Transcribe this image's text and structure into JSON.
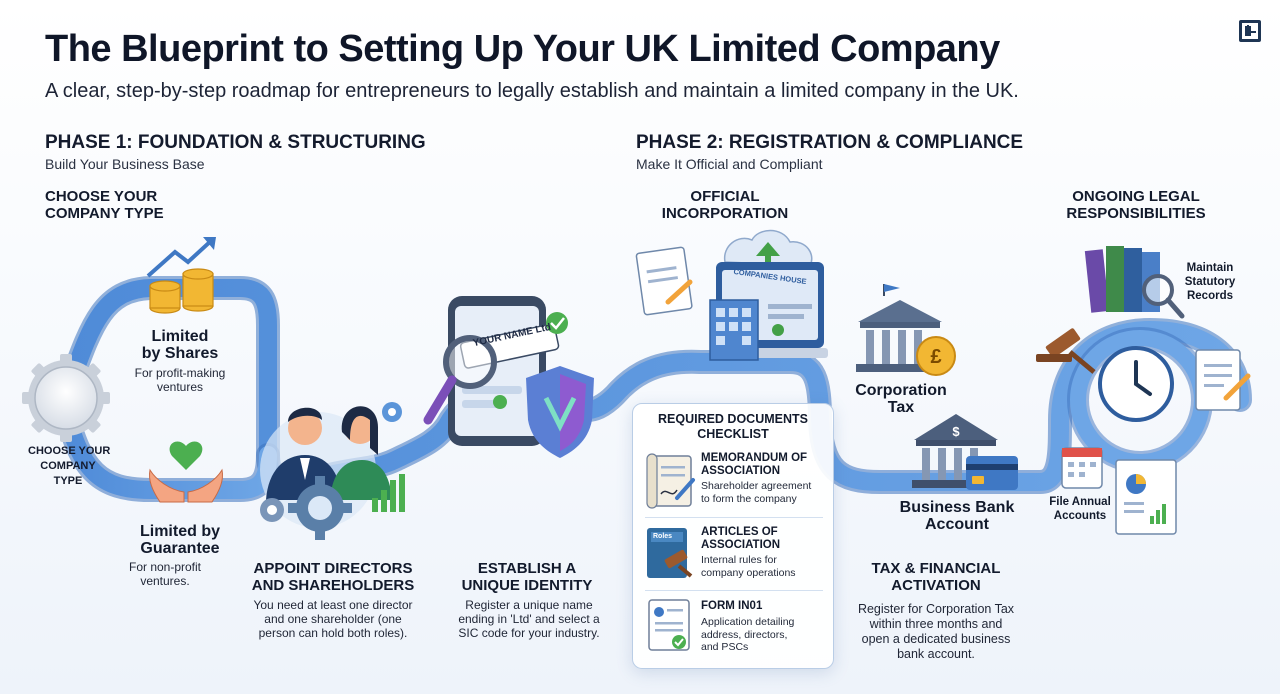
{
  "header": {
    "title": "The Blueprint to Setting Up Your UK Limited Company",
    "subtitle": "A clear, step-by-step roadmap for entrepreneurs to legally establish and maintain a limited company in the UK."
  },
  "phase1": {
    "title": "PHASE 1: FOUNDATION & STRUCTURING",
    "subtitle": "Build Your Business Base",
    "choose_heading": "CHOOSE YOUR\nCOMPANY TYPE",
    "gear_label": "CHOOSE YOUR\nCOMPANY\nTYPE",
    "option_shares": {
      "title": "Limited\nby Shares",
      "desc": "For profit-making\nventures"
    },
    "option_guarantee": {
      "title": "Limited by\nGuarantee",
      "desc": "For non-profit\nventures."
    },
    "directors": {
      "title": "APPOINT DIRECTORS\nAND SHAREHOLDERS",
      "desc": "You need at least one director\nand one shareholder (one\nperson can hold both roles)."
    },
    "identity": {
      "title": "ESTABLISH A\nUNIQUE IDENTITY",
      "desc": "Register a unique name\nending in 'Ltd' and select a\nSIC code for your industry.",
      "name_tag": "YOUR NAME Ltd"
    }
  },
  "phase2": {
    "title": "PHASE 2: REGISTRATION & COMPLIANCE",
    "subtitle": "Make It Official and Compliant",
    "incorporation": {
      "title": "OFFICIAL\nINCORPORATION",
      "screen_label": "COMPANIES HOUSE"
    },
    "checklist": {
      "title": "REQUIRED DOCUMENTS\nCHECKLIST",
      "items": [
        {
          "title": "MEMORANDUM OF\nASSOCIATION",
          "desc": "Shareholder agreement\nto form the company"
        },
        {
          "title": "ARTICLES OF\nASSOCIATION",
          "desc": "Internal rules for\ncompany operations",
          "icon_label": "Roles"
        },
        {
          "title": "FORM IN01",
          "desc": "Application detailing\naddress, directors,\nand PSCs"
        }
      ]
    },
    "corporation_tax": "Corporation\nTax",
    "bank_account": "Business Bank\nAccount",
    "tax_activation": {
      "title": "TAX & FINANCIAL\nACTIVATION",
      "desc": "Register for Corporation Tax\nwithin three months and\nopen a dedicated business\nbank account."
    },
    "ongoing": {
      "title": "ONGOING LEGAL\nRESPONSIBILITIES",
      "statutory": "Maintain\nStatutory\nRecords",
      "annual": "File Annual\nAccounts"
    }
  },
  "colors": {
    "road": "#5b95d9",
    "road_dark": "#3f78c4",
    "dark_text": "#121a2c",
    "green": "#4caf50",
    "purple": "#7b4fb8"
  }
}
